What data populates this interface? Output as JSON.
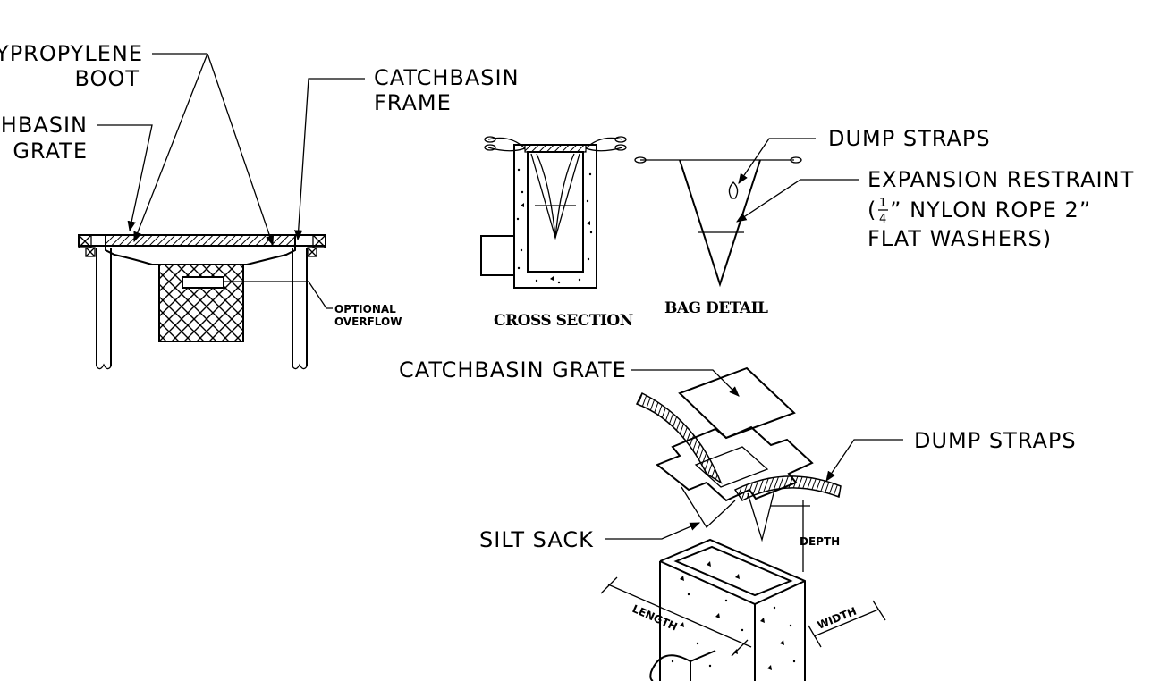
{
  "callouts": {
    "boot_line1": "YPROPYLENE",
    "boot_line2": "BOOT",
    "grate_line1": "CHBASIN",
    "grate_line2": "GRATE",
    "frame_line1": "CATCHBASIN",
    "frame_line2": "FRAME",
    "overflow_line1": "OPTIONAL",
    "overflow_line2": "OVERFLOW",
    "dump_straps_top": "DUMP STRAPS",
    "expansion_line1": "EXPANSION RESTRAINT",
    "expansion_line2_prefix": "(",
    "expansion_fraction_num": "1",
    "expansion_fraction_den": "4",
    "expansion_line2_rest": "” NYLON ROPE 2”",
    "expansion_line3": "FLAT WASHERS)",
    "catchbasin_grate_iso": "CATCHBASIN GRATE",
    "dump_straps_iso": "DUMP STRAPS",
    "silt_sack": "SILT SACK",
    "depth": "DEPTH",
    "length": "LENGTH",
    "width": "WIDTH"
  },
  "captions": {
    "cross_section": "CROSS SECTION",
    "bag_detail": "BAG DETAIL"
  }
}
